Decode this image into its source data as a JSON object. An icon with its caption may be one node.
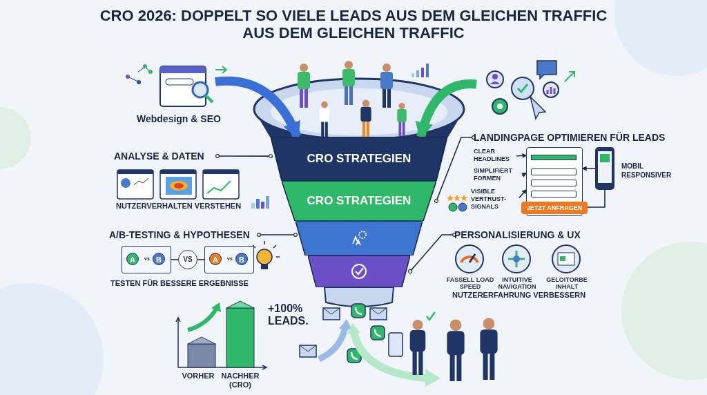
{
  "diagram": {
    "title": "CRO 2026: DOPPELT SO VIELE LEADS AUS DEM GLEICHEN TRAFFIC AUS DEM GLEICHEN TRAFFIC",
    "nodes": [
      {
        "text": [
          "CRO STRATEGIEN"
        ]
      },
      {
        "text": [
          "CRO STRATEGIEN"
        ]
      },
      {
        "text": [],
        "shape": "band"
      },
      {
        "text": [],
        "shape": "band"
      },
      {
        "text": [
          "ANALYSE & DATEN"
        ]
      },
      {
        "text": [
          "LANDINGPAGE OPTIMIEREN FÜR LEADS"
        ]
      },
      {
        "text": [
          "A/B-TESTING & HYPOTHESEN"
        ]
      },
      {
        "text": [
          "PERSONALISIERUNG & UX"
        ]
      },
      {
        "text": [],
        "shape": "picture"
      },
      {
        "text": [
          "JETZT ANFRAGEN"
        ]
      },
      {
        "text": [
          "CLEAR HEADLINES"
        ]
      },
      {
        "text": [
          "SIMPLIFIERT FORMEN"
        ]
      },
      {
        "text": [
          "VISIBLE VERTRUST-SIGNALS"
        ]
      },
      {
        "text": [],
        "shape": "picture",
        "beside": [
          "MOBIL RESPONSIVER"
        ]
      },
      {
        "text": [
          "A",
          "vs",
          "B"
        ]
      },
      {
        "text": [
          "VS"
        ]
      },
      {
        "text": [
          "A",
          "vs",
          "B"
        ]
      }
    ],
    "edges": [
      {
        "from": 4,
        "to": 0,
        "arrow": "other"
      },
      {
        "from": 5,
        "to": 1,
        "arrow": "other"
      },
      {
        "from": 6,
        "to": 2,
        "arrow": "other"
      },
      {
        "from": 7,
        "to": 3,
        "arrow": "other"
      },
      {
        "from": 8,
        "to": 0,
        "arrow": "to",
        "style": "thick",
        "color": "#3a6fd8"
      },
      {
        "from": null,
        "to": 0,
        "arrow": "to",
        "style": "thick",
        "color": "#2fb86a"
      },
      {
        "from": 10,
        "to": 9,
        "arrow": "to"
      },
      {
        "from": 11,
        "to": 9,
        "arrow": "to"
      },
      {
        "from": 12,
        "to": 9,
        "arrow": "to"
      },
      {
        "from": 13,
        "to": 9,
        "arrow": "to"
      },
      {
        "from": 13,
        "to": 9,
        "arrow": "to"
      },
      {
        "from": 14,
        "to": 15,
        "arrow": "none"
      },
      {
        "from": 15,
        "to": 16,
        "arrow": "none"
      }
    ],
    "labels": [
      "Webdesign & SEO",
      "NUTZERVERHALTEN VERSTEHEN",
      "TESTEN FÜR BESSERE ERGEBNISSE",
      "FASSELL LOAD SPEED",
      "INTUITIVE NAVIGATION",
      "GELOITORBE INHALT",
      "NUTZERERFAHRUNG VERBESSERN",
      "+100% LEADS.",
      "VORHER",
      "NACHHER (CRO)"
    ]
  }
}
